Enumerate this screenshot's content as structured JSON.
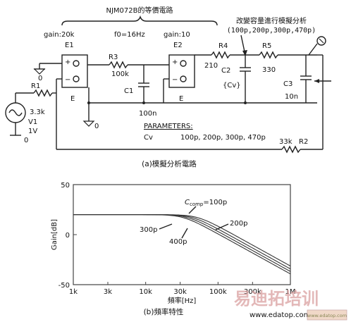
{
  "top": {
    "brace_label": "NJM072B的等價電路",
    "note_line1": "改變容量進行模擬分析",
    "note_line2": "(100p,200p,300p,470p)"
  },
  "components": {
    "gain1": "gain:20k",
    "e1_name": "E1",
    "e1_body": "E",
    "r3": "R3",
    "r3_val": "100k",
    "f0": "f0=16Hz",
    "c1": "C1",
    "c1_val": "100n",
    "gain2": "gain:10",
    "e2_name": "E2",
    "e2_body": "E",
    "r4": "R4",
    "r4_val": "210",
    "c2": "C2",
    "c2_val": "{Cv}",
    "r5": "R5",
    "r5_val": "330",
    "c3": "C3",
    "c3_val": "10n",
    "r1": "R1",
    "r1_val": "3.3k",
    "v1": "V1",
    "v1_val": "1V",
    "r2": "R2",
    "r2_val": "33k",
    "gnd1": "0",
    "gnd2": "0",
    "gnd3": "0",
    "plus": "+",
    "minus": "−"
  },
  "parameters": {
    "title": "PARAMETERS:",
    "name": "Cv",
    "values": "100p, 200p, 300p, 470p"
  },
  "captions": {
    "a": "(a)模擬分析電路",
    "b": "(b)頻率特性"
  },
  "chart_data": {
    "type": "line",
    "ylabel": "Gain[dB]",
    "xlabel": "頻率[Hz]",
    "x_scale": "log",
    "xlim": [
      1000,
      1000000
    ],
    "ylim": [
      -50,
      50
    ],
    "x_ticks": [
      "1k",
      "3k",
      "10k",
      "30k",
      "100k",
      "300k",
      "1M"
    ],
    "x_tick_values": [
      1000,
      3000,
      10000,
      30000,
      100000,
      300000,
      1000000
    ],
    "y_ticks": [
      "50",
      "0",
      "-50"
    ],
    "y_tick_values": [
      50,
      0,
      -50
    ],
    "grid": false,
    "series": [
      {
        "name": "C_comp=100p",
        "corner_hz": 52000
      },
      {
        "name": "200p",
        "corner_hz": 44000
      },
      {
        "name": "300p",
        "corner_hz": 38000
      },
      {
        "name": "400p",
        "corner_hz": 33000
      }
    ],
    "dc_gain_db": 20,
    "rolloff_db_per_decade": 40,
    "annotations": {
      "comp_prefix": "C",
      "comp_sub": "comp",
      "comp_value": "=100p",
      "s200": "200p",
      "s300": "300p",
      "s400": "400p"
    },
    "colors": {
      "line": "#333333",
      "frame": "#444444"
    }
  },
  "watermark": {
    "brand": "易迪拓培训",
    "site": "www.edatop.com",
    "logo_text": "www.edatop.com"
  }
}
